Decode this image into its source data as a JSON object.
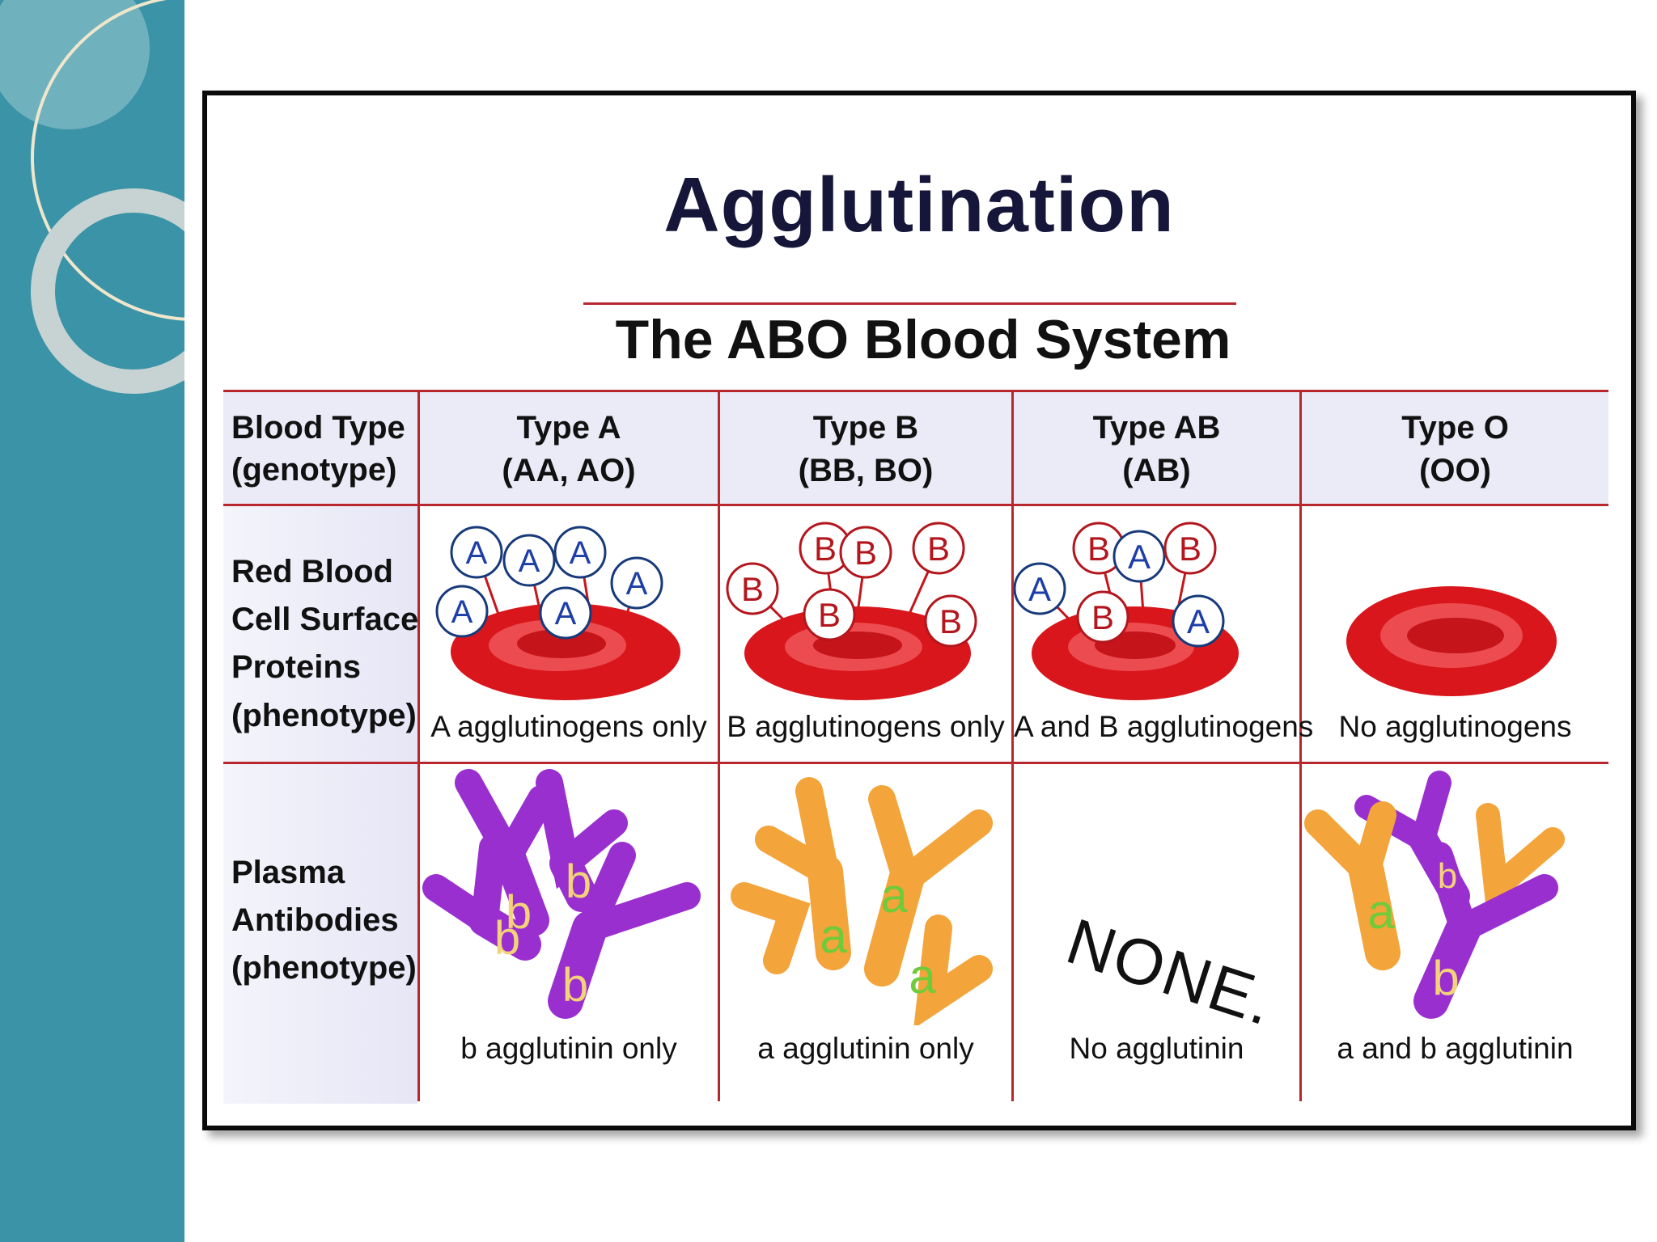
{
  "title": "Agglutination",
  "subtitle": "The ABO Blood System",
  "row_labels": {
    "blood_type": [
      "Blood Type",
      "(genotype)"
    ],
    "surface": [
      "Red Blood",
      "Cell Surface",
      "Proteins",
      "(phenotype)"
    ],
    "plasma": [
      "Plasma",
      "Antibodies",
      "(phenotype)"
    ]
  },
  "columns": [
    {
      "type": "Type A",
      "genotype": "(AA, AO)",
      "surface_caption": "A agglutinogens only",
      "plasma_caption": "b agglutinin only"
    },
    {
      "type": "Type B",
      "genotype": "(BB, BO)",
      "surface_caption": "B agglutinogens only",
      "plasma_caption": "a agglutinin only"
    },
    {
      "type": "Type AB",
      "genotype": "(AB)",
      "surface_caption": "A and B agglutinogens",
      "plasma_caption": "No agglutinin"
    },
    {
      "type": "Type O",
      "genotype": "(OO)",
      "surface_caption": "No agglutinogens",
      "plasma_caption": "a and b agglutinin"
    }
  ],
  "antigen_letters": {
    "type_a": [
      "A",
      "A",
      "A",
      "A",
      "A",
      "A"
    ],
    "type_b": [
      "B",
      "B",
      "B",
      "B",
      "B",
      "B"
    ],
    "type_ab": [
      "A",
      "B",
      "A",
      "B",
      "B",
      "A"
    ]
  },
  "antibody_letters": {
    "type_a": [
      "b",
      "b",
      "b",
      "b"
    ],
    "type_b": [
      "a",
      "a",
      "a"
    ],
    "type_o": [
      "a",
      "b",
      "b"
    ]
  },
  "none_text": "NONE.",
  "colors": {
    "sidebar": "#3a93a6",
    "rule": "#b8272e",
    "header_bg": "#ebebf8",
    "cell_red": "#d9161b",
    "antibody_b": "#9a2fd0",
    "antibody_a": "#f3a43a",
    "title": "#16163a"
  },
  "icons": [
    "red-blood-cell-icon",
    "antigen-icon",
    "antibody-icon"
  ]
}
